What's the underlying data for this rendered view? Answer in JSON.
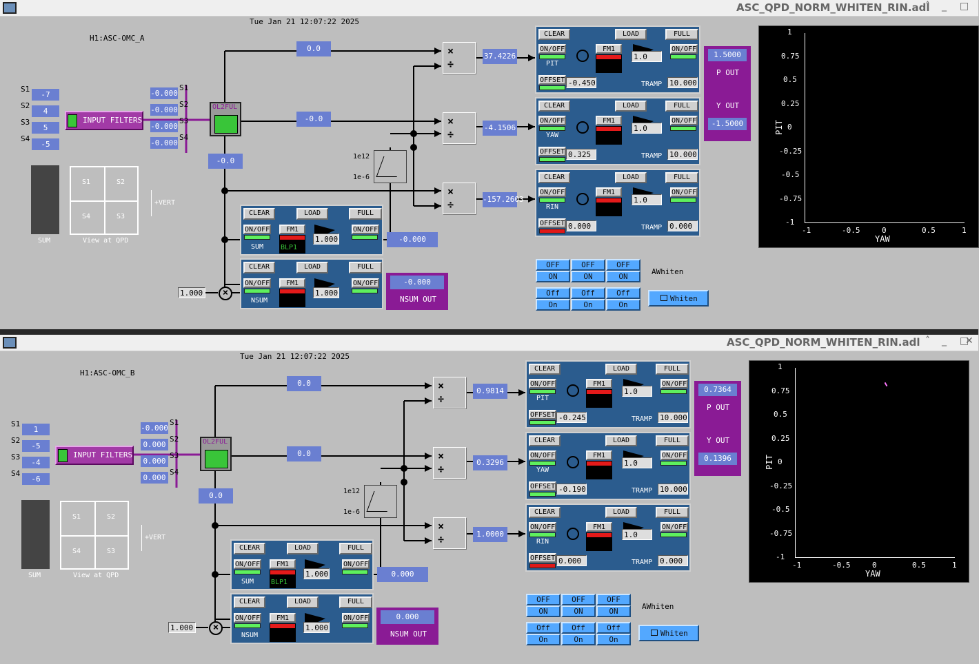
{
  "windows": [
    {
      "title": "ASC_QPD_NORM_WHITEN_RIN.adl",
      "channel": "H1:ASC-OMC_A",
      "timestamp": "Tue Jan 21 12:07:22 2025",
      "s_inputs": [
        {
          "label": "S1",
          "value": "-7"
        },
        {
          "label": "S2",
          "value": "4"
        },
        {
          "label": "S3",
          "value": "5"
        },
        {
          "label": "S4",
          "value": "-5"
        }
      ],
      "filtered": [
        {
          "label": "S1",
          "value": "-0.000"
        },
        {
          "label": "S2",
          "value": "-0.000"
        },
        {
          "label": "S3",
          "value": "-0.000"
        },
        {
          "label": "S4",
          "value": "-0.000"
        }
      ],
      "input_filters_label": "INPUT FILTERS",
      "ol2ful": "OL2FUL",
      "sum_label": "SUM",
      "view_label": "View at QPD",
      "vert_label": "+VERT",
      "qpd_quadrants": [
        "S1",
        "S2",
        "S4",
        "S3"
      ],
      "matrix_sum": "-0.0",
      "top_val": "0.0",
      "mid_val": "-0.0",
      "sat_hi": "1e12",
      "sat_lo": "1e-6",
      "sum_panel": {
        "clear": "CLEAR",
        "load": "LOAD",
        "full": "FULL",
        "onoff": "ON/OFF",
        "fm": "FM1",
        "blp": "BLP1",
        "gain": "1.000",
        "name": "SUM",
        "out": "-0.000"
      },
      "nsum_panel": {
        "clear": "CLEAR",
        "load": "LOAD",
        "full": "FULL",
        "onoff": "ON/OFF",
        "fm": "FM1",
        "gain": "1.000",
        "name": "NSUM",
        "out": "-0.000",
        "out_label": "NSUM OUT"
      },
      "nsum_gain": "1.000",
      "div_outputs": [
        "37.4226",
        "-4.1506",
        "-157.2603"
      ],
      "dof": [
        {
          "name": "PIT",
          "offset": "-0.450",
          "gain": "1.0",
          "tramp": "10.000",
          "offset_on": true
        },
        {
          "name": "YAW",
          "offset": "0.325",
          "gain": "1.0",
          "tramp": "10.000",
          "offset_on": true
        },
        {
          "name": "RIN",
          "offset": "0.000",
          "gain": "1.0",
          "tramp": "0.000",
          "offset_on": false
        }
      ],
      "dof_common": {
        "clear": "CLEAR",
        "load": "LOAD",
        "full": "FULL",
        "onoff": "ON/OFF",
        "fm": "FM1",
        "offset": "OFFSET",
        "tramp": "TRAMP"
      },
      "p_out": "1.5000",
      "y_out": "-1.5000",
      "p_out_label": "P OUT",
      "y_out_label": "Y OUT",
      "plot": {
        "xlabel": "YAW",
        "ylabel": "PIT",
        "yticks": [
          "1",
          "0.75",
          "0.5",
          "0.25",
          "0",
          "-0.25",
          "-0.5",
          "-0.75",
          "-1"
        ],
        "xticks": [
          "-1",
          "-0.5",
          "0",
          "0.5",
          "1"
        ]
      },
      "whiten_row1": [
        {
          "off": "OFF",
          "on": "ON"
        },
        {
          "off": "OFF",
          "on": "ON"
        },
        {
          "off": "OFF",
          "on": "ON"
        }
      ],
      "whiten_row2": [
        {
          "off": "Off",
          "on": "On"
        },
        {
          "off": "Off",
          "on": "On"
        },
        {
          "off": "Off",
          "on": "On"
        }
      ],
      "awhiten_label": "AWhiten",
      "whiten_btn": "Whiten"
    },
    {
      "title": "ASC_QPD_NORM_WHITEN_RIN.adl",
      "channel": "H1:ASC-OMC_B",
      "timestamp": "Tue Jan 21 12:07:22 2025",
      "s_inputs": [
        {
          "label": "S1",
          "value": "1"
        },
        {
          "label": "S2",
          "value": "-5"
        },
        {
          "label": "S3",
          "value": "-4"
        },
        {
          "label": "S4",
          "value": "-6"
        }
      ],
      "filtered": [
        {
          "label": "S1",
          "value": "-0.000"
        },
        {
          "label": "S2",
          "value": "0.000"
        },
        {
          "label": "S3",
          "value": "0.000"
        },
        {
          "label": "S4",
          "value": "0.000"
        }
      ],
      "input_filters_label": "INPUT FILTERS",
      "ol2ful": "OL2FUL",
      "sum_label": "SUM",
      "view_label": "View at QPD",
      "vert_label": "+VERT",
      "qpd_quadrants": [
        "S1",
        "S2",
        "S4",
        "S3"
      ],
      "matrix_sum": "0.0",
      "top_val": "0.0",
      "mid_val": "0.0",
      "sat_hi": "1e12",
      "sat_lo": "1e-6",
      "sum_panel": {
        "clear": "CLEAR",
        "load": "LOAD",
        "full": "FULL",
        "onoff": "ON/OFF",
        "fm": "FM1",
        "blp": "BLP1",
        "gain": "1.000",
        "name": "SUM",
        "out": "0.000"
      },
      "nsum_panel": {
        "clear": "CLEAR",
        "load": "LOAD",
        "full": "FULL",
        "onoff": "ON/OFF",
        "fm": "FM1",
        "gain": "1.000",
        "name": "NSUM",
        "out": "0.000",
        "out_label": "NSUM OUT"
      },
      "nsum_gain": "1.000",
      "div_outputs": [
        "0.9814",
        "0.3296",
        "1.0000"
      ],
      "dof": [
        {
          "name": "PIT",
          "offset": "-0.245",
          "gain": "1.0",
          "tramp": "10.000",
          "offset_on": true
        },
        {
          "name": "YAW",
          "offset": "-0.190",
          "gain": "1.0",
          "tramp": "10.000",
          "offset_on": true
        },
        {
          "name": "RIN",
          "offset": "0.000",
          "gain": "1.0",
          "tramp": "0.000",
          "offset_on": false
        }
      ],
      "dof_common": {
        "clear": "CLEAR",
        "load": "LOAD",
        "full": "FULL",
        "onoff": "ON/OFF",
        "fm": "FM1",
        "offset": "OFFSET",
        "tramp": "TRAMP"
      },
      "p_out": "0.7364",
      "y_out": "0.1396",
      "p_out_label": "P OUT",
      "y_out_label": "Y OUT",
      "plot": {
        "xlabel": "YAW",
        "ylabel": "PIT",
        "yticks": [
          "1",
          "0.75",
          "0.5",
          "0.25",
          "0",
          "-0.25",
          "-0.5",
          "-0.75",
          "-1"
        ],
        "xticks": [
          "-1",
          "-0.5",
          "0",
          "0.5",
          "1"
        ]
      },
      "whiten_row1": [
        {
          "off": "OFF",
          "on": "ON"
        },
        {
          "off": "OFF",
          "on": "ON"
        },
        {
          "off": "OFF",
          "on": "ON"
        }
      ],
      "whiten_row2": [
        {
          "off": "Off",
          "on": "On"
        },
        {
          "off": "Off",
          "on": "On"
        },
        {
          "off": "Off",
          "on": "On"
        }
      ],
      "awhiten_label": "AWhiten",
      "whiten_btn": "Whiten"
    }
  ],
  "colors": {
    "background": "#bebebe",
    "panel": "#2b5c8e",
    "readout": "#6a7fd1",
    "purple": "#8a1b95",
    "led_on": "#5ef05e",
    "led_off": "#e01818",
    "button_blue": "#53a8ff"
  }
}
